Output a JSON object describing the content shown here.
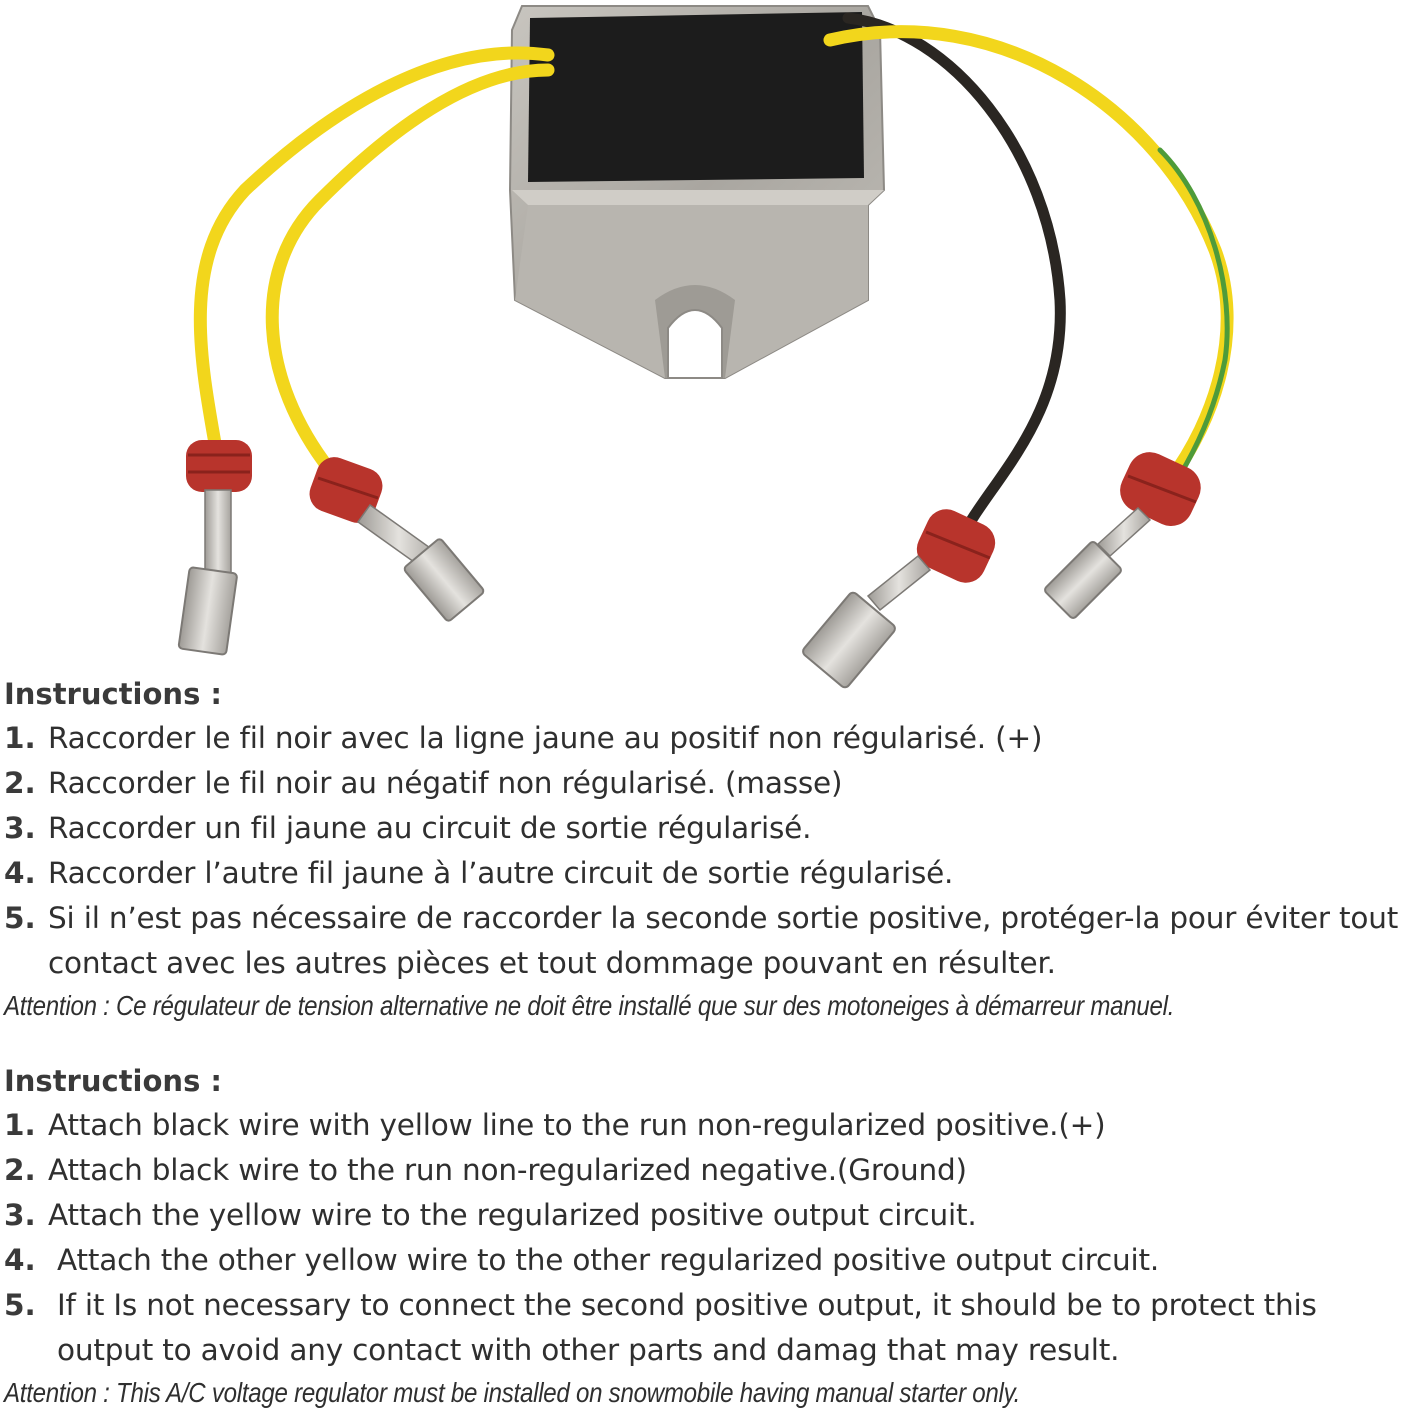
{
  "colors": {
    "wire_yellow": "#f2d61c",
    "wire_black": "#2a2622",
    "wire_green": "#4e9b3a",
    "housing_metal": "#b3b0aa",
    "housing_top": "#1c1c1c",
    "boot_red": "#b8342c",
    "terminal_metal": "#c9c6c0"
  },
  "illustration": {
    "icon": "voltage-regulator-icon"
  },
  "instructions_fr": {
    "heading": "Instructions :",
    "steps": [
      {
        "num": "1.",
        "text": "Raccorder le fil noir avec la ligne jaune au positif non régularisé. (+)"
      },
      {
        "num": "2.",
        "text": "Raccorder le fil noir au négatif non régularisé. (masse)"
      },
      {
        "num": "3.",
        "text": "Raccorder un fil jaune au circuit de sortie régularisé."
      },
      {
        "num": "4.",
        "text": "Raccorder l’autre fil jaune à l’autre circuit de sortie régularisé."
      },
      {
        "num": "5.",
        "text": "Si il n’est pas nécessaire de raccorder la seconde sortie positive, protéger-la pour éviter tout contact avec les autres pièces et tout dommage pouvant en résulter."
      }
    ],
    "attention": "Attention :  Ce régulateur de tension alternative ne doit être installé que sur des motoneiges à démarreur manuel."
  },
  "instructions_en": {
    "heading": "Instructions :",
    "steps": [
      {
        "num": "1.",
        "text": "Attach black wire with yellow line  to the run non-regularized positive.(+)"
      },
      {
        "num": "2.",
        "text": "Attach black wire to the run non-regularized negative.(Ground)"
      },
      {
        "num": "3.",
        "text": "Attach the yellow wire to the regularized positive output circuit."
      },
      {
        "num": "4.",
        "text": "Attach the other yellow wire to the other regularized positive output circuit."
      },
      {
        "num": "5.",
        "text": "If it Is not necessary to connect the second positive output, it should be to protect this output to avoid any contact with other parts and damag  that may result."
      }
    ],
    "attention": "Attention :  This A/C voltage regulator must be installed on snowmobile having manual starter only."
  }
}
